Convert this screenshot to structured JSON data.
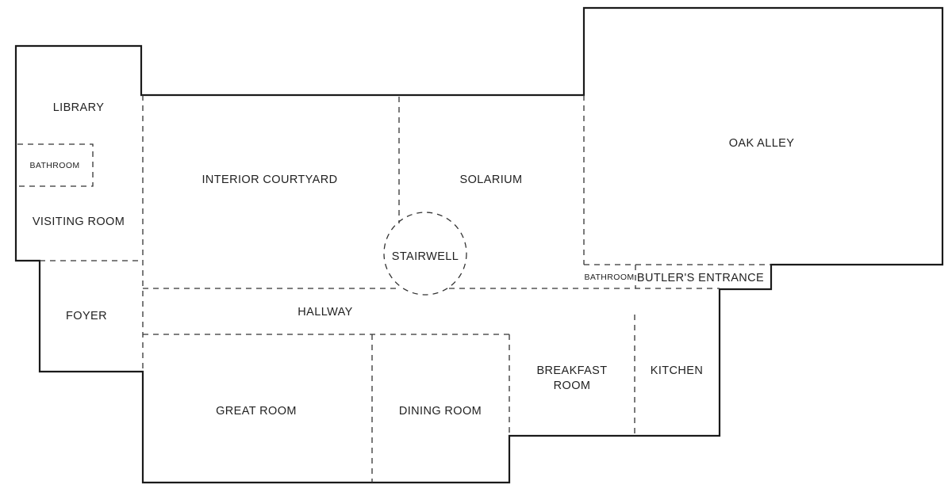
{
  "rooms": {
    "library": "LIBRARY",
    "bathroom_west": "BATHROOM",
    "visiting_room": "VISITING ROOM",
    "foyer": "FOYER",
    "interior_courtyard": "INTERIOR COURTYARD",
    "solarium": "SOLARIUM",
    "stairwell": "STAIRWELL",
    "oak_alley": "OAK ALLEY",
    "bathroom_east": "BATHROOM",
    "butlers_entrance": "BUTLER'S ENTRANCE",
    "hallway": "HALLWAY",
    "great_room": "GREAT ROOM",
    "dining_room": "DINING ROOM",
    "breakfast_room_line1": "BREAKFAST",
    "breakfast_room_line2": "ROOM",
    "kitchen": "KITCHEN"
  }
}
